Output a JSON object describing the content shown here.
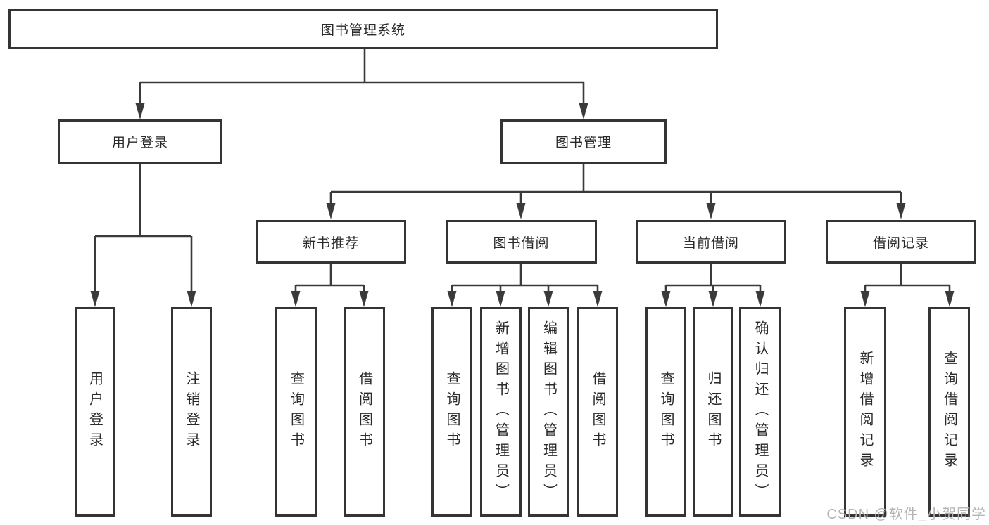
{
  "diagram": {
    "root": {
      "label": "图书管理系统"
    },
    "children": [
      {
        "label": "用户登录",
        "children": [
          {
            "label": "用户登录"
          },
          {
            "label": "注销登录"
          }
        ]
      },
      {
        "label": "图书管理",
        "children": [
          {
            "label": "新书推荐",
            "children": [
              {
                "label": "查询图书"
              },
              {
                "label": "借阅图书"
              }
            ]
          },
          {
            "label": "图书借阅",
            "children": [
              {
                "label": "查询图书"
              },
              {
                "label": "新增图书（管理员）"
              },
              {
                "label": "编辑图书（管理员）"
              },
              {
                "label": "借阅图书"
              }
            ]
          },
          {
            "label": "当前借阅",
            "children": [
              {
                "label": "查询图书"
              },
              {
                "label": "归还图书"
              },
              {
                "label": "确认归还（管理员）"
              }
            ]
          },
          {
            "label": "借阅记录",
            "children": [
              {
                "label": "新增借阅记录"
              },
              {
                "label": "查询借阅记录"
              }
            ]
          }
        ]
      }
    ]
  },
  "watermark": {
    "text": "CSDN @软件_小贺同学"
  },
  "colors": {
    "line": "#3a3a3a",
    "border": "#343434",
    "text": "#2a2a2a",
    "background": "#ffffff",
    "watermark": "#b4b4b4"
  }
}
